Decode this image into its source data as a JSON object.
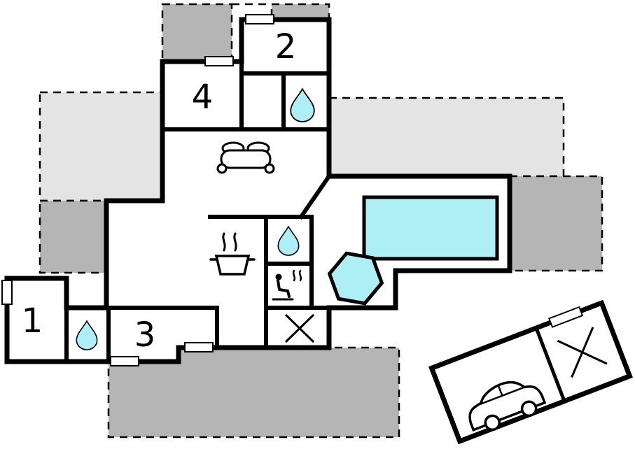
{
  "floorplan": {
    "room_labels": {
      "room1": "1",
      "room2": "2",
      "room3": "3",
      "room4": "4"
    },
    "colors": {
      "wall": "#000000",
      "floor": "#ffffff",
      "terrace_light": "#e4e4e4",
      "terrace_dark": "#b5b5b5",
      "water": "#aeeef5"
    },
    "icons": [
      "sofa-icon",
      "water-drop-icon",
      "stove-icon",
      "sauna-icon",
      "cross-icon",
      "pool",
      "hot-tub",
      "car-icon",
      "door-window-marker"
    ]
  }
}
